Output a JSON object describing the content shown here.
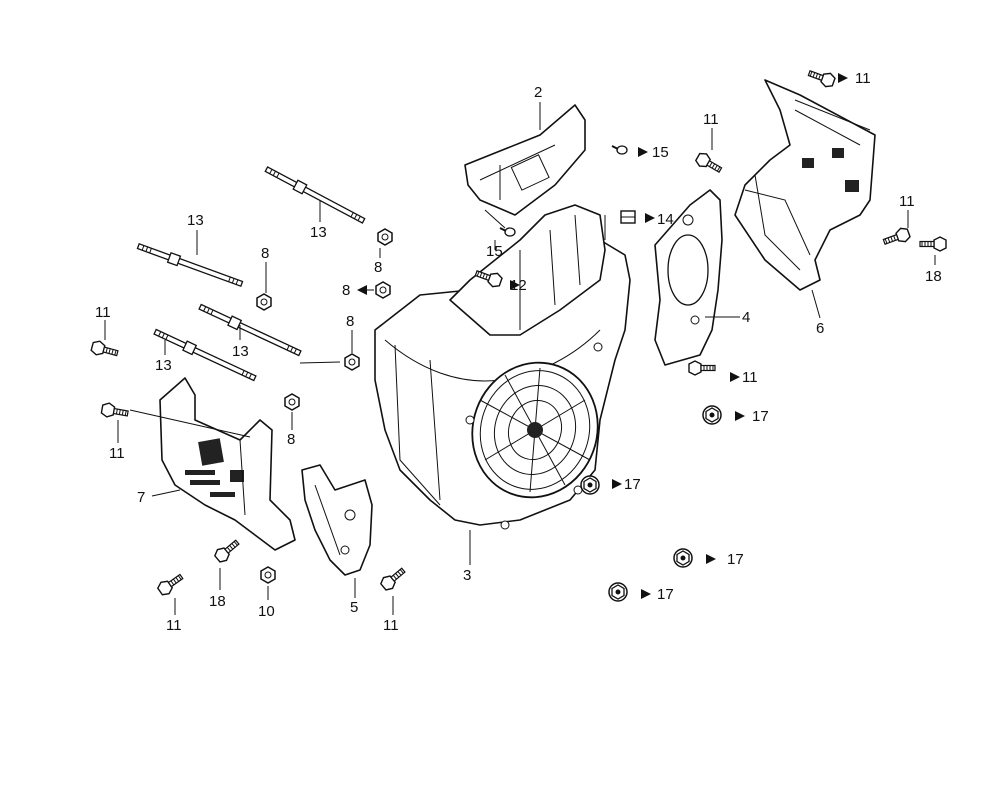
{
  "callouts": [
    {
      "id": "c2",
      "text": "2"
    },
    {
      "id": "c3",
      "text": "3"
    },
    {
      "id": "c4",
      "text": "4"
    },
    {
      "id": "c5",
      "text": "5"
    },
    {
      "id": "c6",
      "text": "6"
    },
    {
      "id": "c7",
      "text": "7"
    },
    {
      "id": "c8a",
      "text": "8"
    },
    {
      "id": "c8b",
      "text": "8"
    },
    {
      "id": "c8c",
      "text": "8"
    },
    {
      "id": "c8d",
      "text": "8"
    },
    {
      "id": "c8e",
      "text": "8"
    },
    {
      "id": "c10",
      "text": "10"
    },
    {
      "id": "c11a",
      "text": "11"
    },
    {
      "id": "c11b",
      "text": "11"
    },
    {
      "id": "c11c",
      "text": "11"
    },
    {
      "id": "c11d",
      "text": "11"
    },
    {
      "id": "c11e",
      "text": "11"
    },
    {
      "id": "c11f",
      "text": "11"
    },
    {
      "id": "c11g",
      "text": "11"
    },
    {
      "id": "c11h",
      "text": "11"
    },
    {
      "id": "c12",
      "text": "12"
    },
    {
      "id": "c13a",
      "text": "13"
    },
    {
      "id": "c13b",
      "text": "13"
    },
    {
      "id": "c13c",
      "text": "13"
    },
    {
      "id": "c13d",
      "text": "13"
    },
    {
      "id": "c14",
      "text": "14"
    },
    {
      "id": "c15a",
      "text": "15"
    },
    {
      "id": "c15b",
      "text": "15"
    },
    {
      "id": "c17a",
      "text": "17"
    },
    {
      "id": "c17b",
      "text": "17"
    },
    {
      "id": "c17c",
      "text": "17"
    },
    {
      "id": "c17d",
      "text": "17"
    },
    {
      "id": "c18a",
      "text": "18"
    },
    {
      "id": "c18b",
      "text": "18"
    }
  ]
}
